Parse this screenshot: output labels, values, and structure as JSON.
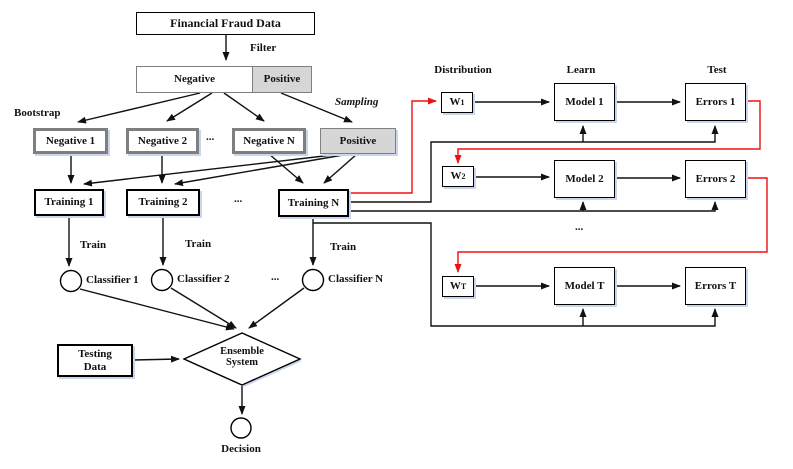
{
  "colors": {
    "red": "#ee1111",
    "line": "#111111",
    "grayb": "#7f7f7f",
    "grayfill": "#d6d6d6",
    "shadow": "#c9d7ee"
  },
  "flow": {
    "source": "Financial Fraud Data",
    "filter": "Filter",
    "negative": "Negative",
    "positive": "Positive",
    "bootstrap": "Bootstrap",
    "sampling": "Sampling",
    "ellipsis": "...",
    "subsets": [
      "Negative 1",
      "Negative 2",
      "Negative N"
    ],
    "positive_subset": "Positive",
    "training_sets": [
      "Training 1",
      "Training 2",
      "Training N"
    ],
    "train": "Train",
    "classifiers": [
      "Classifier 1",
      "Classifier 2",
      "Classifier N"
    ],
    "testing": {
      "line1": "Testing",
      "line2": "Data"
    },
    "ensemble": {
      "line1": "Ensemble",
      "line2": "System"
    },
    "decision": "Decision"
  },
  "boosting": {
    "headers": {
      "distribution": "Distribution",
      "learn": "Learn",
      "test": "Test"
    },
    "ellipsis": "...",
    "rows": [
      {
        "w": "W",
        "w_sub": "1",
        "model": "Model 1",
        "errors": "Errors 1"
      },
      {
        "w": "W",
        "w_sub": "2",
        "model": "Model 2",
        "errors": "Errors 2"
      },
      {
        "w": "W",
        "w_sub": "T",
        "model": "Model T",
        "errors": "Errors T"
      }
    ]
  }
}
